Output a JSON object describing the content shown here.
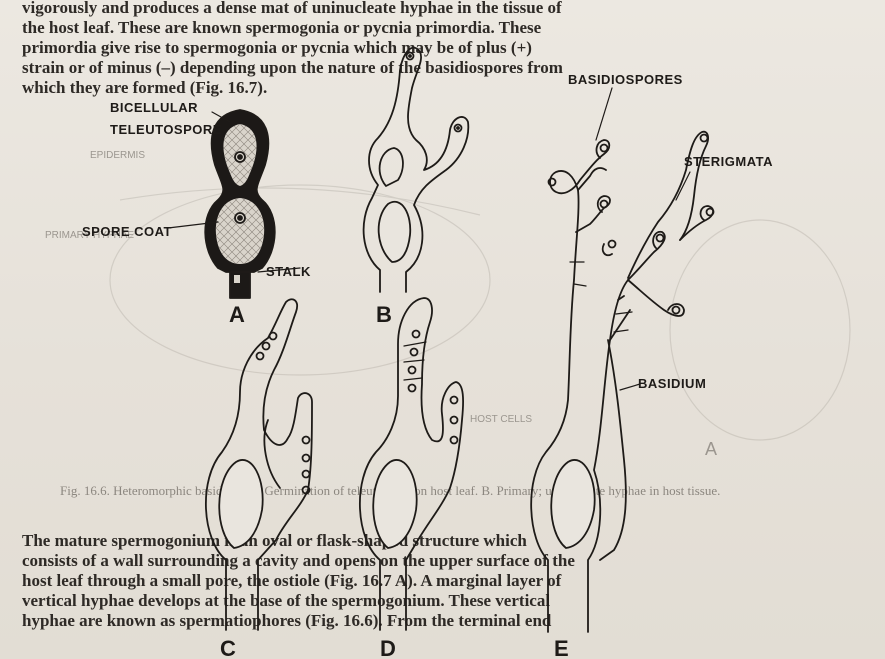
{
  "top_paragraph": "vigorously and produces a dense mat of uninucleate hyphae in the tissue of\nthe host leaf. These are known spermogonia or pycnia primordia. These\nprimordia give rise to spermogonia or pycnia which may be of plus (+)\nstrain or of minus (–) depending upon the nature of the basidiospores from\nwhich they are formed (Fig. 16.7).",
  "caption": "Fig. 16.6. Heteromorphic basidium. C. Germination of teleutospore on host leaf. B. Primary; uninucleate hyphae in host tissue.",
  "bottom_paragraph": "The mature spermogonium is an oval or flask-shaped structure which\nconsists of a wall surrounding a cavity and opens on the upper surface of the\nhost leaf through a small pore, the ostiole (Fig. 16.7 A). A marginal layer of\nvertical hyphae develops at the base of the spermogonium. These vertical\nhyphae are known as spermatiophores (Fig. 16.6). From the terminal end",
  "labels": {
    "bicellular_line1": "BICELLULAR",
    "bicellular_line2": "TELEUTOSPORE",
    "spore_coat": "SPORE COAT",
    "stalk": "STALK",
    "basidiospores": "BASIDIOSPORES",
    "sterigmata": "STERIGMATA",
    "basidium": "BASIDIUM"
  },
  "panel_letters": {
    "a": "A",
    "b": "B",
    "c": "C",
    "d": "D",
    "e": "E"
  },
  "bleed_through": {
    "epidermis": "EPIDERMIS",
    "primary_hyphae": "PRIMARY HYPHAE",
    "host_cells": "HOST CELLS",
    "figure_letter": "A"
  },
  "colors": {
    "paper": "#e9e5de",
    "ink": "#1e1b18",
    "spore_coat": "#1c1917",
    "cell_fill": "#d9d4cb"
  }
}
